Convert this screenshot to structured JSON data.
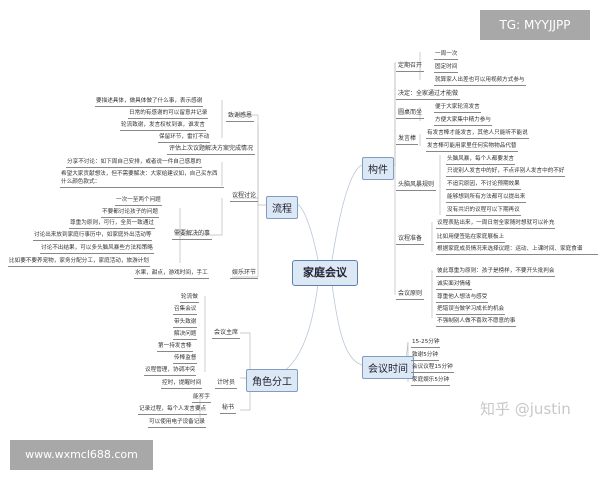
{
  "center": {
    "label": "家庭会议"
  },
  "banners": {
    "top_right": "TG: MYYJJPP",
    "bottom_left": "www.wxmcl688.com"
  },
  "watermark": "知乎 @justin",
  "branches": {
    "liucheng": {
      "label": "流程",
      "zhixie": {
        "label": "致谢感恩",
        "items": [
          "要描述具体，做具体做了什么事，表示感谢",
          "日常的有感谢的可以留意并记录",
          "轮流致谢，发言权杖到谁，谁发言",
          "保留环节，雷打不动"
        ]
      },
      "pinggu": "评估上次议题解决方案完成情况",
      "yicheng": {
        "label": "议程讨论",
        "items": [
          "分享不讨论：如下周自己安排，或者说一件自己感恩的",
          "希望大家贡献想法，但不需要解决：大家给建议如，自己买东西什么颜色款式："
        ]
      },
      "xuyao": {
        "label": "需要解决的事",
        "items": [
          "一次一至两个问题",
          "不要都讨论孩子的问题",
          "尊重为原则，可行，全员一致通过",
          "讨论出来放到家庭行事历中，如家庭外出活动等",
          "讨论不出结果，可以多头脑风暴些方法和策略",
          "比如要不要养宠物，家务分配分工，家庭活动，旅游计划"
        ]
      },
      "yule": {
        "label": "娱乐环节",
        "items": [
          "水果，甜点，游戏时间，手工"
        ]
      }
    },
    "juese": {
      "label": "角色分工",
      "zhuxi": {
        "label": "会议主席",
        "items": [
          "轮流做",
          "召集会议",
          "带头致谢",
          "解决问题",
          "第一持发言棒",
          "传棒监督",
          "议程管理，协调冲突"
        ]
      },
      "jishi": {
        "label": "计时员",
        "items": [
          "控时，提醒时间"
        ]
      },
      "mishu": {
        "label": "秘书",
        "items": [
          "能写字",
          "记录过程，每个人发言要点",
          "可以使用电子设备记录"
        ]
      }
    },
    "goujian": {
      "label": "构件",
      "dingqi": {
        "label": "定期召开",
        "items": [
          "一周一次",
          "固定时间",
          "就算家人出差也可以用视频方式参与"
        ]
      },
      "jueding": "决定：全家通过才能做",
      "yuanzhuo": {
        "label": "圆桌而坐",
        "items": [
          "便于大家轮流发言",
          "方便大家集中精力参与"
        ]
      },
      "fayanbang": {
        "label": "发言棒",
        "items": [
          "有发言棒才能发言，其他人只能听不能说",
          "发言棒可能用家里任何实物物品代替"
        ]
      },
      "naobao": {
        "label": "头脑风暴规则",
        "items": [
          "头脑风暴，每个人都要发言",
          "只说别人发言中的好，不点评别人发言中的不好",
          "不追究原因，不讨论预期效果",
          "能够想到所有方法都可以提出来",
          "没有共识的议程可以下期再议"
        ]
      },
      "zhunbei": {
        "label": "议程准备",
        "items": [
          "议程表贴出来，一周日常全家随时想就可以补充",
          "比如用便签贴在家庭展板上",
          "根据家庭成员情况来选择议题：运动、上课时间、家庭食谱"
        ]
      },
      "yuanze": {
        "label": "会议原则",
        "items": [
          "彼此尊重为原则：孩子是榜样，不要开头批判会",
          "诚实面对情绪",
          "尊重他人想法与感受",
          "把错误当做学习成长的机会",
          "不强制别人做不喜欢不愿意的事"
        ]
      }
    },
    "shijian": {
      "label": "会议时间",
      "items": [
        "15-25分钟",
        "致谢5分钟",
        "会议议程15分钟",
        "家庭娱乐5分钟"
      ]
    }
  }
}
